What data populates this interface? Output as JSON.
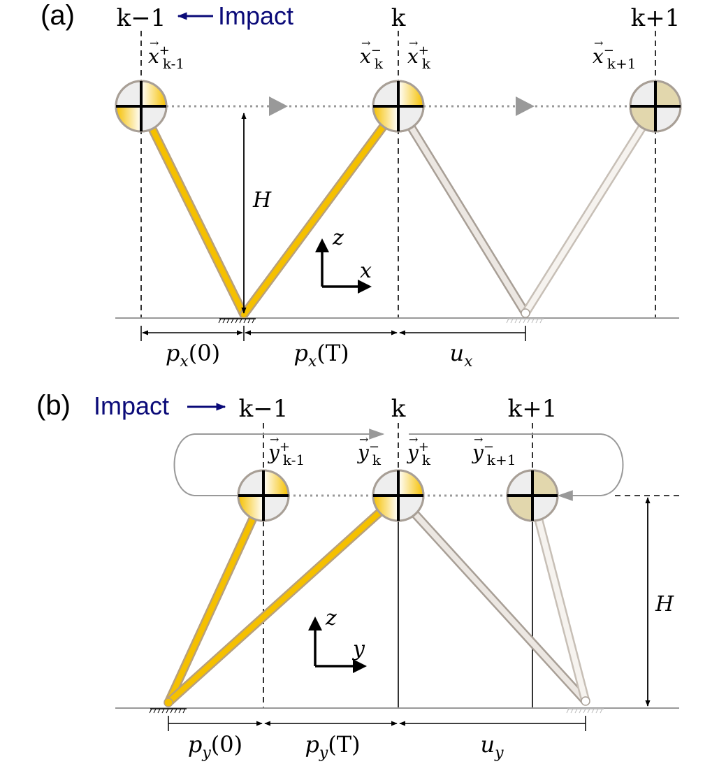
{
  "panel_a": {
    "panel_label": "(a)",
    "impact_label": "Impact",
    "step_labels": {
      "prev": "k−1",
      "curr": "k",
      "next": "k+1"
    },
    "state_labels": {
      "prev_plus": {
        "base": "x",
        "sup": "+",
        "sub": "k-1"
      },
      "curr_minus": {
        "base": "x",
        "sup": "−",
        "sub": "k"
      },
      "curr_plus": {
        "base": "x",
        "sup": "+",
        "sub": "k"
      },
      "next_minus": {
        "base": "x",
        "sup": "−",
        "sub": "k+1"
      }
    },
    "height_label": "H",
    "axes": {
      "vertical": "z",
      "horizontal": "x"
    },
    "dimensions": {
      "p0": {
        "base": "p",
        "sub": "x",
        "arg": "(0)"
      },
      "pT": {
        "base": "p",
        "sub": "x",
        "arg": "(T)"
      },
      "u": {
        "base": "u",
        "sub": "x"
      }
    }
  },
  "panel_b": {
    "panel_label": "(b)",
    "impact_label": "Impact",
    "step_labels": {
      "prev": "k−1",
      "curr": "k",
      "next": "k+1"
    },
    "state_labels": {
      "prev_plus": {
        "base": "y",
        "sup": "+",
        "sub": "k-1"
      },
      "curr_minus": {
        "base": "y",
        "sup": "−",
        "sub": "k"
      },
      "curr_plus": {
        "base": "y",
        "sup": "+",
        "sub": "k"
      },
      "next_minus": {
        "base": "y",
        "sup": "−",
        "sub": "k+1"
      }
    },
    "height_label": "H",
    "axes": {
      "vertical": "z",
      "horizontal": "y"
    },
    "dimensions": {
      "p0": {
        "base": "p",
        "sub": "y",
        "arg": "(0)"
      },
      "pT": {
        "base": "p",
        "sub": "y",
        "arg": "(T)"
      },
      "u": {
        "base": "u",
        "sub": "y"
      }
    }
  },
  "colors": {
    "impact_text": "#0a0a78",
    "active_leg": "#f5c000",
    "ghost_leg": "#d8d0c8",
    "ghost_mass": "#e2d7ad",
    "trajectory": "#999999",
    "ground": "#999999"
  }
}
